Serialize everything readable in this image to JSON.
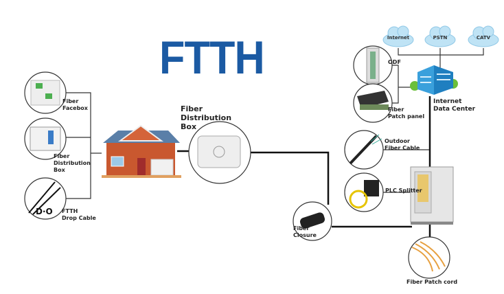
{
  "title": "FTTH",
  "left": {
    "facebox": "Fiber\nFacebox",
    "distribution_box": "Fiber\nDistribution\nBox",
    "drop_cable": "FTTH\nDrop Cable"
  },
  "center": {
    "distribution_box": "Fiber\nDistribution\nBox",
    "closure": "Fiber\nClosure"
  },
  "right": {
    "clouds": [
      "Internet",
      "PSTN",
      "CATV"
    ],
    "odf": "ODF",
    "patch_panel": "Fiber\nPatch panel",
    "data_center": "Internet\nData Center",
    "outdoor_cable": "Outdoor\nFiber Cable",
    "plc_splitter": "PLC Splitter",
    "patch_cord": "Fiber Patch cord"
  },
  "colors": {
    "title": "#1b5aa3",
    "cloud": "#bfe3f5",
    "building": "#3aa0dc"
  }
}
